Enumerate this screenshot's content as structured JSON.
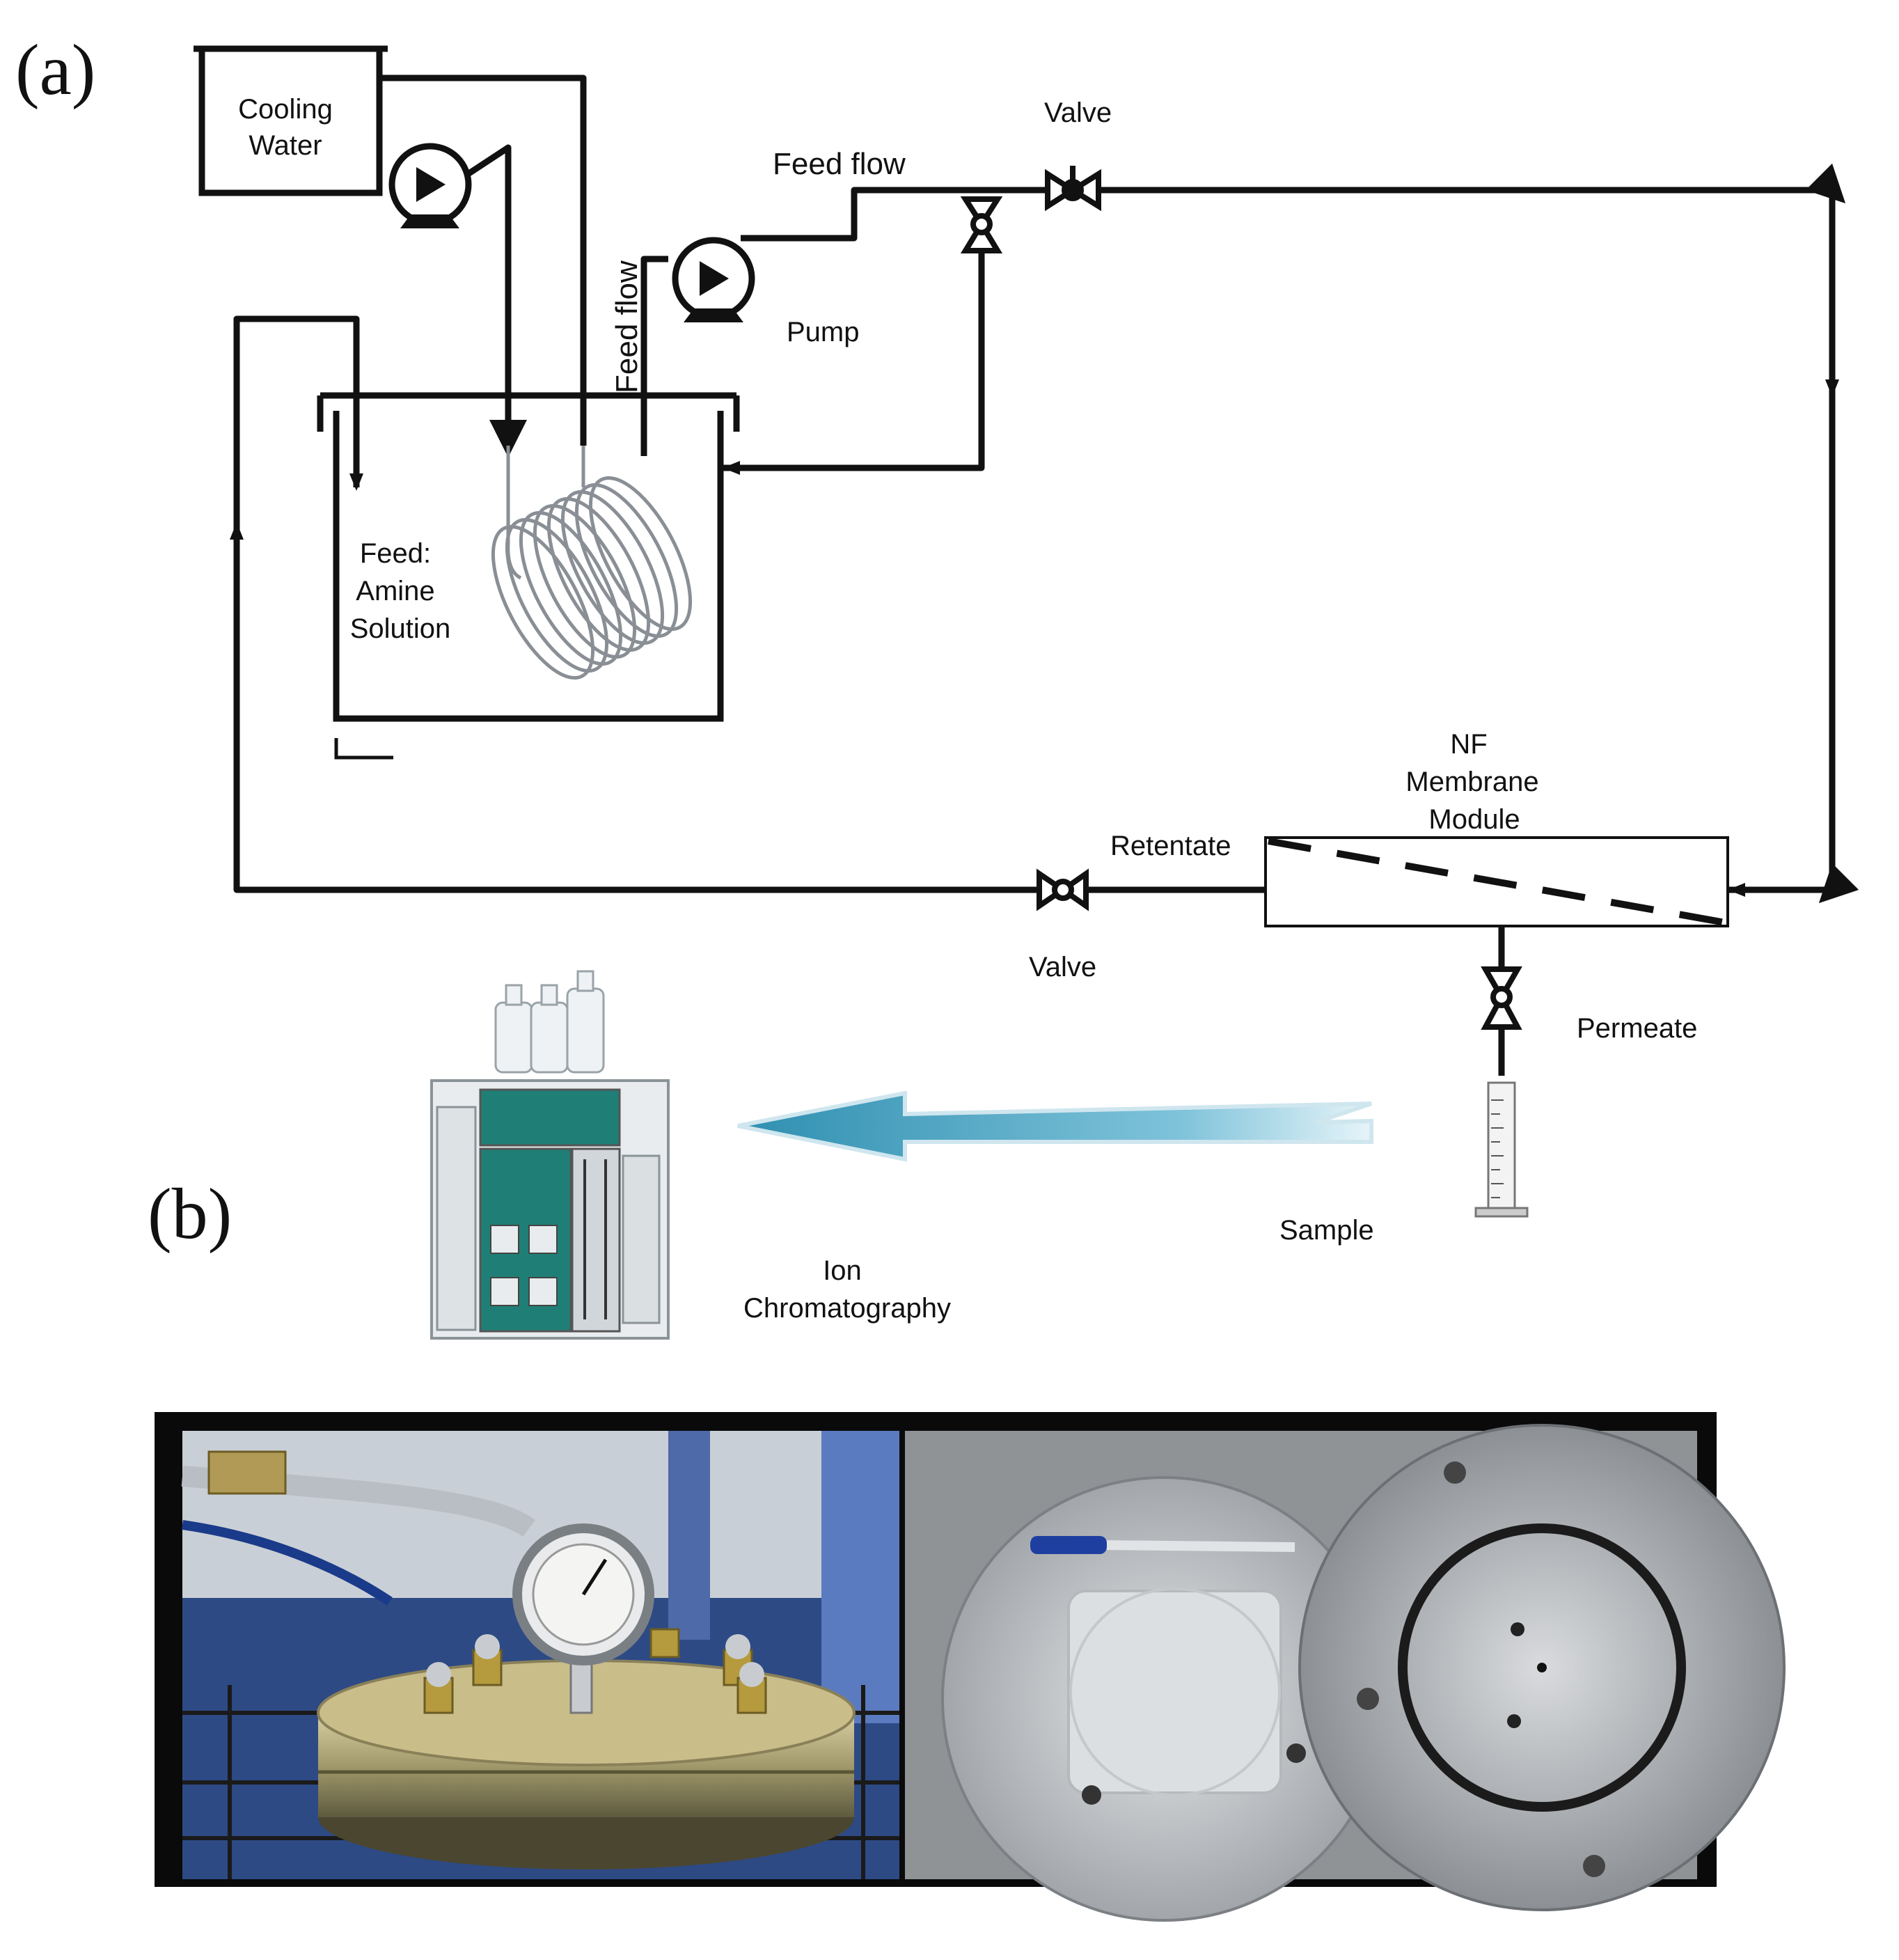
{
  "panel_a_label": "(a)",
  "panel_b_label": "(b)",
  "cooling_water": [
    "Cooling",
    "Water"
  ],
  "feed_flow_top": "Feed flow",
  "feed_flow_vertical": "Feed flow",
  "valve_top": "Valve",
  "pump": "Pump",
  "feed_solution": [
    "Feed:",
    "Amine",
    "Solution"
  ],
  "nf_module": [
    "NF",
    "Membrane",
    "Module"
  ],
  "retentate": "Retentate",
  "valve_bottom": "Valve",
  "permeate": "Permeate",
  "sample": "Sample",
  "ion_chromatography": [
    "Ion",
    "Chromatography"
  ],
  "colors": {
    "line": "#111111",
    "arrow_fill": "#4ba3bf",
    "instrument_teal": "#1f7f76",
    "photo_frame": "#0a0a0a"
  }
}
